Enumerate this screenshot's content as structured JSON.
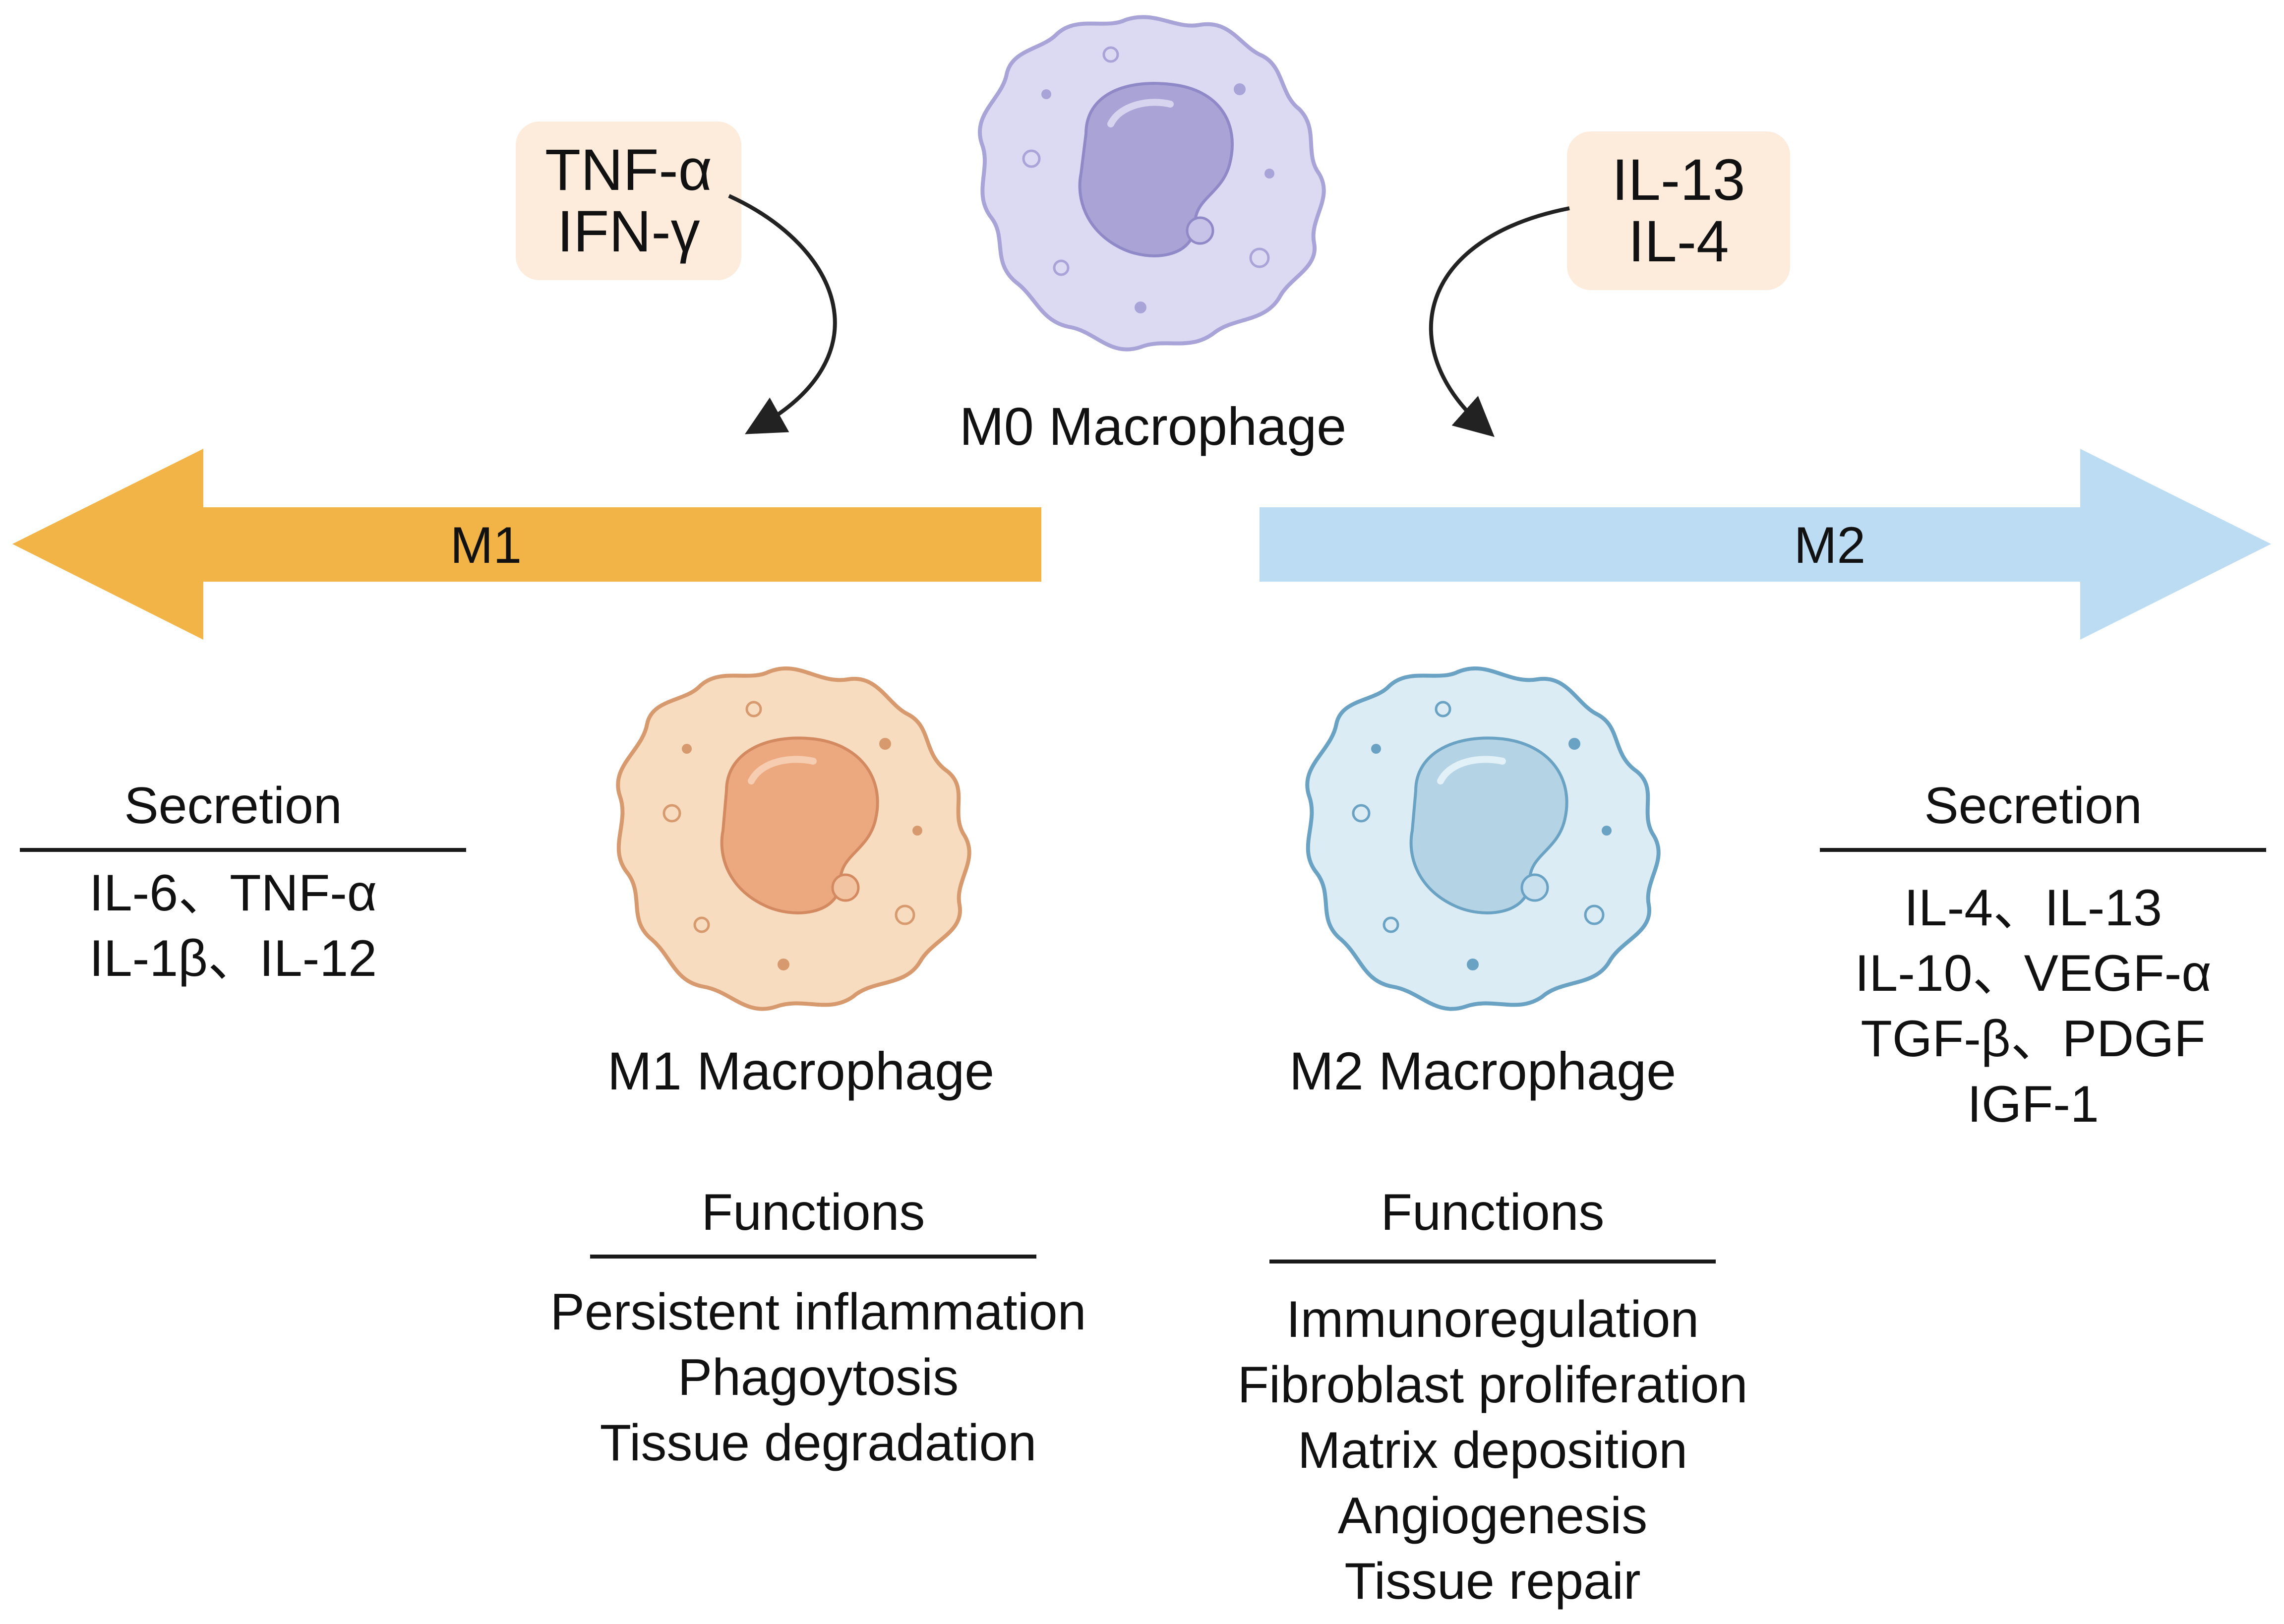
{
  "colors": {
    "m1_arrow": "#f2b447",
    "m2_arrow": "#bcdcf3",
    "stimulus_box": "#fdecdc",
    "m0_cell": "#dcdaf2",
    "m1_cell": "#f8dcc0",
    "m2_cell": "#dcecf4"
  },
  "m0": {
    "label": "M0 Macrophage"
  },
  "stimuli": {
    "m1": [
      "TNF-α",
      "IFN-γ"
    ],
    "m2": [
      "IL-13",
      "IL-4"
    ]
  },
  "arrows": {
    "m1_label": "M1",
    "m2_label": "M2"
  },
  "m1": {
    "cell_label": "M1 Macrophage",
    "secretion": {
      "heading": "Secretion",
      "items": [
        "IL-6、TNF-α",
        "IL-1β、IL-12"
      ]
    },
    "functions": {
      "heading": "Functions",
      "items": [
        "Persistent inflammation",
        "Phagoytosis",
        "Tissue degradation"
      ]
    }
  },
  "m2": {
    "cell_label": "M2 Macrophage",
    "secretion": {
      "heading": "Secretion",
      "items": [
        "IL-4、IL-13",
        "IL-10、VEGF-α",
        "TGF-β、PDGF",
        "IGF-1"
      ]
    },
    "functions": {
      "heading": "Functions",
      "items": [
        "Immunoregulation",
        "Fibroblast proliferation",
        "Matrix deposition",
        "Angiogenesis",
        "Tissue repair"
      ]
    }
  }
}
